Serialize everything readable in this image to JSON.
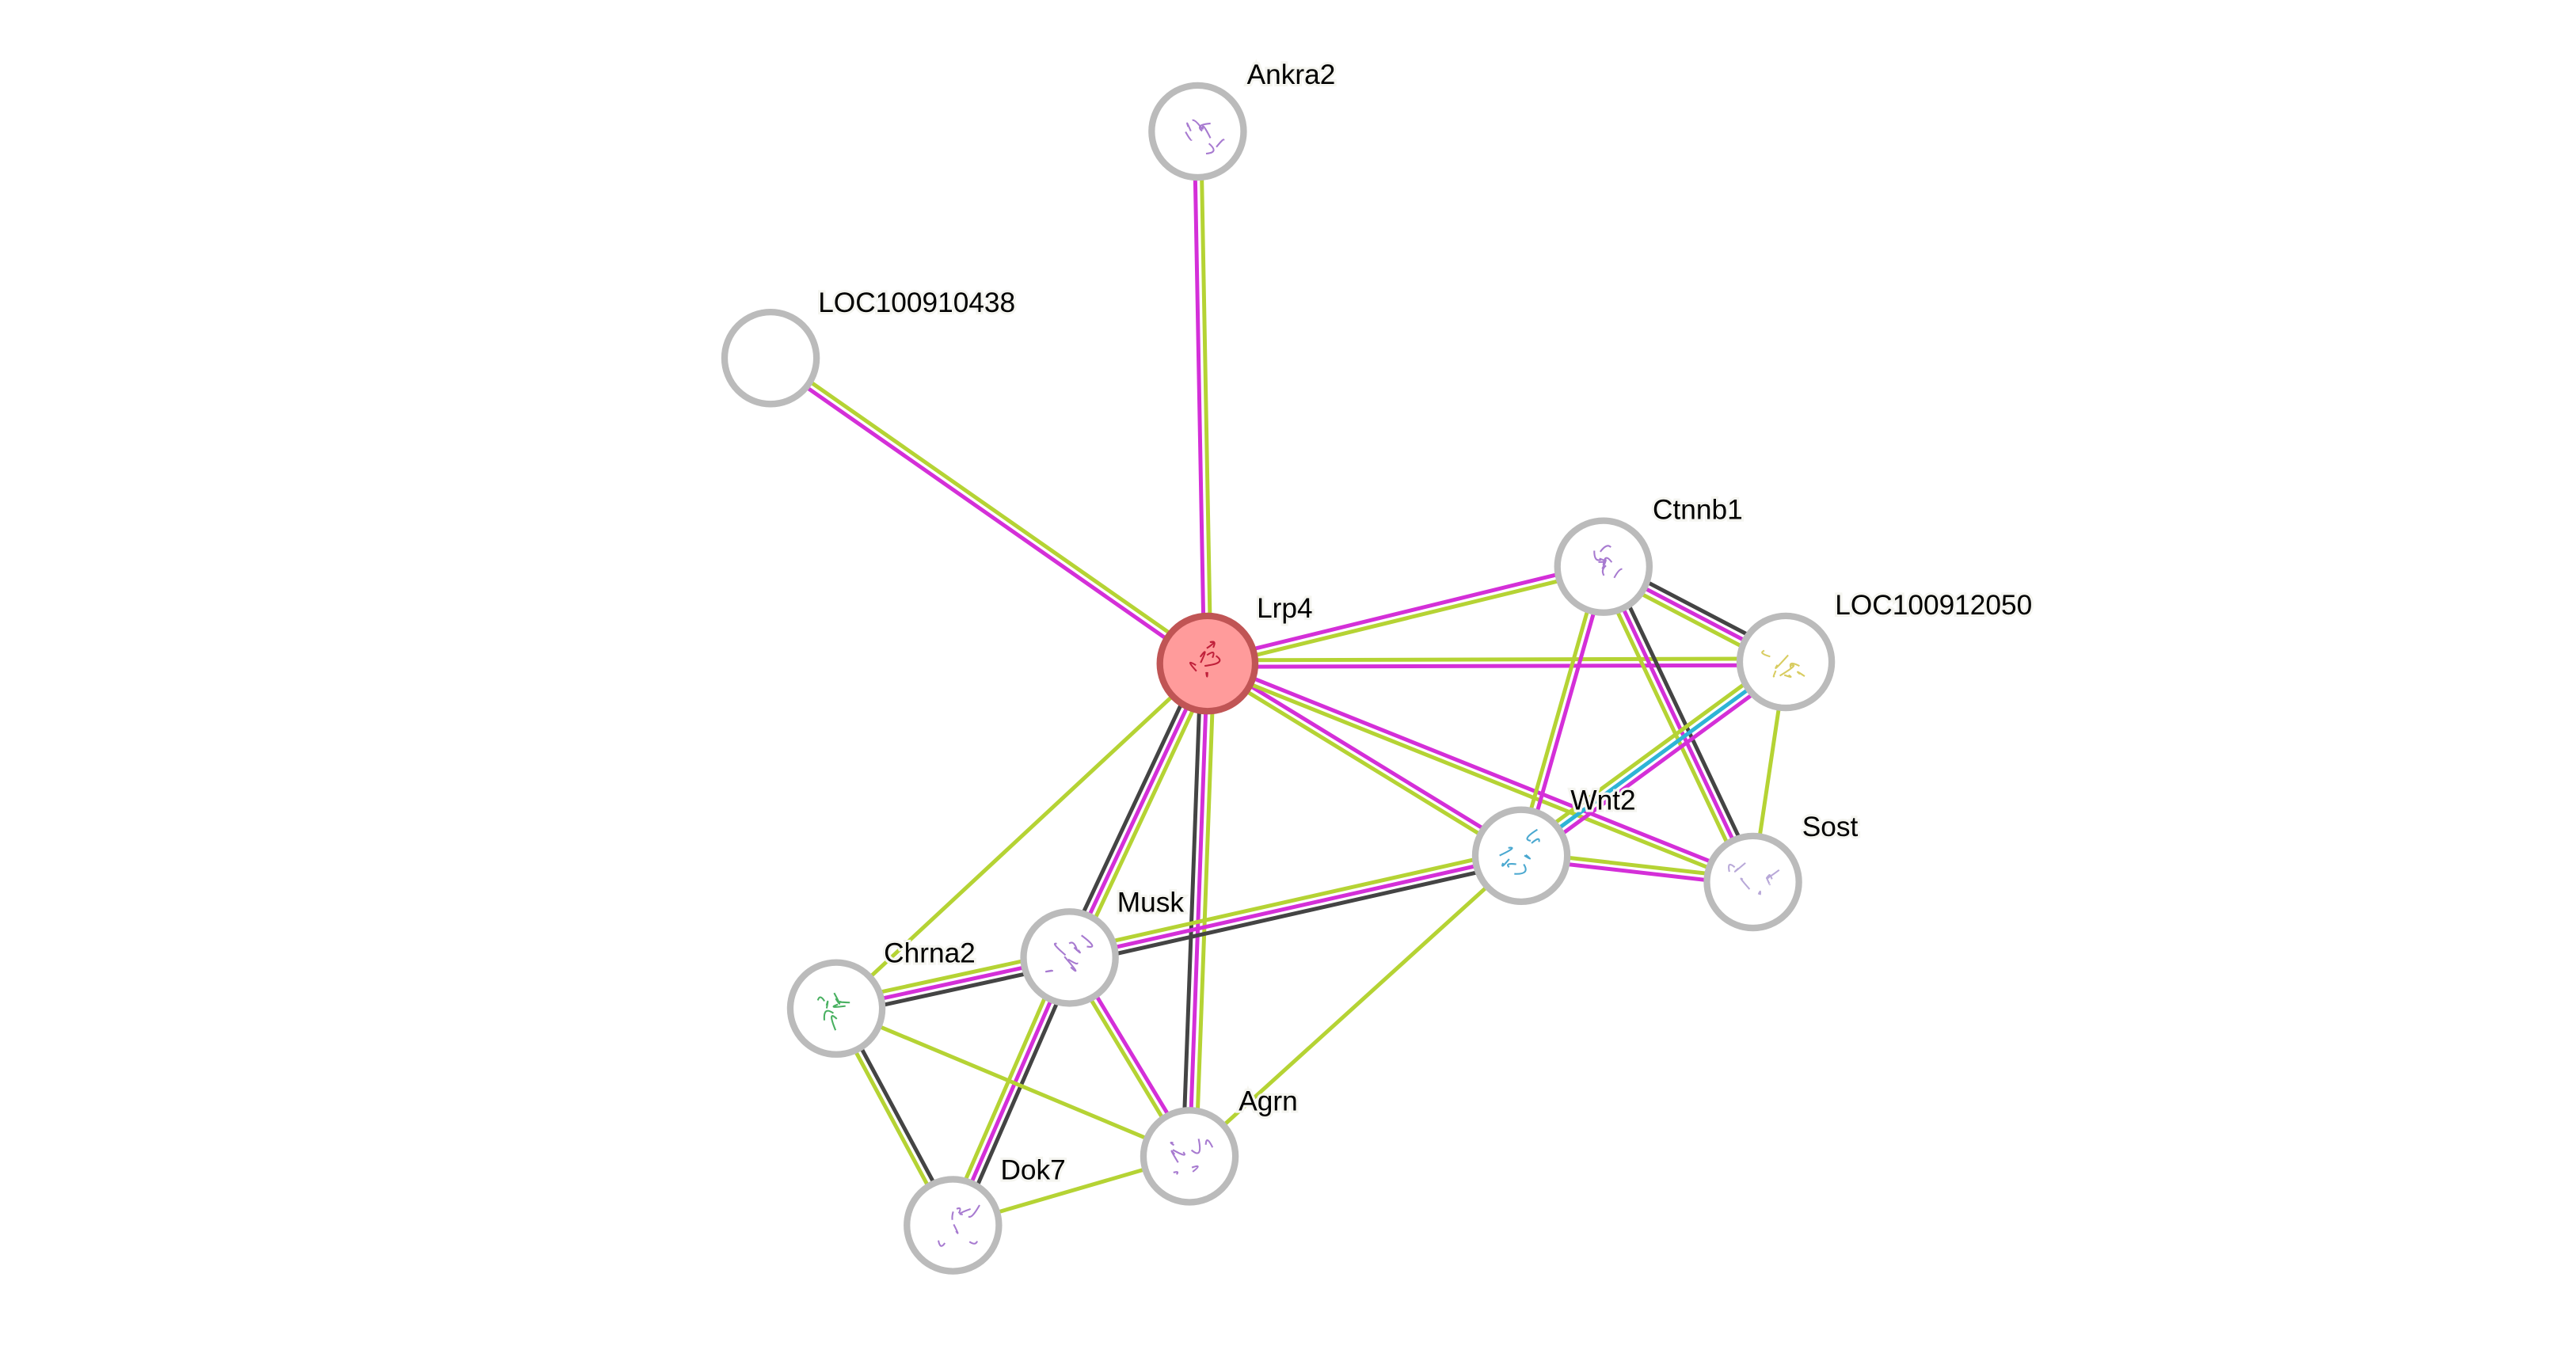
{
  "colors": {
    "magenta": "#d42fd8",
    "green": "#b5d334",
    "dark": "#444444",
    "cyan": "#2eb4d6",
    "node_ring": "#bbbbbb",
    "query_fill": "#ff9b9b",
    "query_ring": "#c05555"
  },
  "nodes": [
    {
      "id": "Ankra2",
      "label": "Ankra2",
      "query": false,
      "structure_color": "#a77ad0"
    },
    {
      "id": "LOC100910438",
      "label": "LOC100910438",
      "query": false,
      "structure_color": ""
    },
    {
      "id": "Lrp4",
      "label": "Lrp4",
      "query": true,
      "structure_color": "#c0203a"
    },
    {
      "id": "Ctnnb1",
      "label": "Ctnnb1",
      "query": false,
      "structure_color": "#a77ad0"
    },
    {
      "id": "LOC100912050",
      "label": "LOC100912050",
      "query": false,
      "structure_color": "#d8cc60"
    },
    {
      "id": "Wnt2",
      "label": "Wnt2",
      "query": false,
      "structure_color": "#4aa8d0"
    },
    {
      "id": "Sost",
      "label": "Sost",
      "query": false,
      "structure_color": "#b8a8d8"
    },
    {
      "id": "Musk",
      "label": "Musk",
      "query": false,
      "structure_color": "#a77ad0"
    },
    {
      "id": "Chrna2",
      "label": "Chrna2",
      "query": false,
      "structure_color": "#48b060"
    },
    {
      "id": "Agrn",
      "label": "Agrn",
      "query": false,
      "structure_color": "#a77ad0"
    },
    {
      "id": "Dok7",
      "label": "Dok7",
      "query": false,
      "structure_color": "#a77ad0"
    }
  ],
  "edges": [
    {
      "a": "Lrp4",
      "b": "Ankra2",
      "evidence": [
        "magenta",
        "green"
      ]
    },
    {
      "a": "Lrp4",
      "b": "LOC100910438",
      "evidence": [
        "magenta",
        "green"
      ]
    },
    {
      "a": "Lrp4",
      "b": "Ctnnb1",
      "evidence": [
        "magenta",
        "green"
      ]
    },
    {
      "a": "Lrp4",
      "b": "LOC100912050",
      "evidence": [
        "green",
        "magenta"
      ]
    },
    {
      "a": "Lrp4",
      "b": "Wnt2",
      "evidence": [
        "magenta",
        "green"
      ]
    },
    {
      "a": "Lrp4",
      "b": "Sost",
      "evidence": [
        "magenta",
        "green"
      ]
    },
    {
      "a": "Lrp4",
      "b": "Musk",
      "evidence": [
        "green",
        "magenta",
        "dark"
      ]
    },
    {
      "a": "Lrp4",
      "b": "Agrn",
      "evidence": [
        "green",
        "magenta",
        "dark"
      ]
    },
    {
      "a": "Lrp4",
      "b": "Chrna2",
      "evidence": [
        "green"
      ]
    },
    {
      "a": "Ctnnb1",
      "b": "LOC100912050",
      "evidence": [
        "dark",
        "magenta",
        "green"
      ]
    },
    {
      "a": "Ctnnb1",
      "b": "Wnt2",
      "evidence": [
        "magenta",
        "green"
      ]
    },
    {
      "a": "Ctnnb1",
      "b": "Sost",
      "evidence": [
        "dark",
        "magenta",
        "green"
      ]
    },
    {
      "a": "LOC100912050",
      "b": "Wnt2",
      "evidence": [
        "magenta",
        "cyan",
        "green"
      ]
    },
    {
      "a": "LOC100912050",
      "b": "Sost",
      "evidence": [
        "green"
      ]
    },
    {
      "a": "Wnt2",
      "b": "Sost",
      "evidence": [
        "green",
        "magenta"
      ]
    },
    {
      "a": "Wnt2",
      "b": "Musk",
      "evidence": [
        "dark",
        "magenta",
        "green"
      ]
    },
    {
      "a": "Wnt2",
      "b": "Agrn",
      "evidence": [
        "green"
      ]
    },
    {
      "a": "Musk",
      "b": "Chrna2",
      "evidence": [
        "dark",
        "magenta",
        "green"
      ]
    },
    {
      "a": "Musk",
      "b": "Dok7",
      "evidence": [
        "dark",
        "magenta",
        "green"
      ]
    },
    {
      "a": "Musk",
      "b": "Agrn",
      "evidence": [
        "magenta",
        "green"
      ]
    },
    {
      "a": "Chrna2",
      "b": "Dok7",
      "evidence": [
        "dark",
        "green"
      ]
    },
    {
      "a": "Chrna2",
      "b": "Agrn",
      "evidence": [
        "green"
      ]
    },
    {
      "a": "Dok7",
      "b": "Agrn",
      "evidence": [
        "green"
      ]
    }
  ]
}
